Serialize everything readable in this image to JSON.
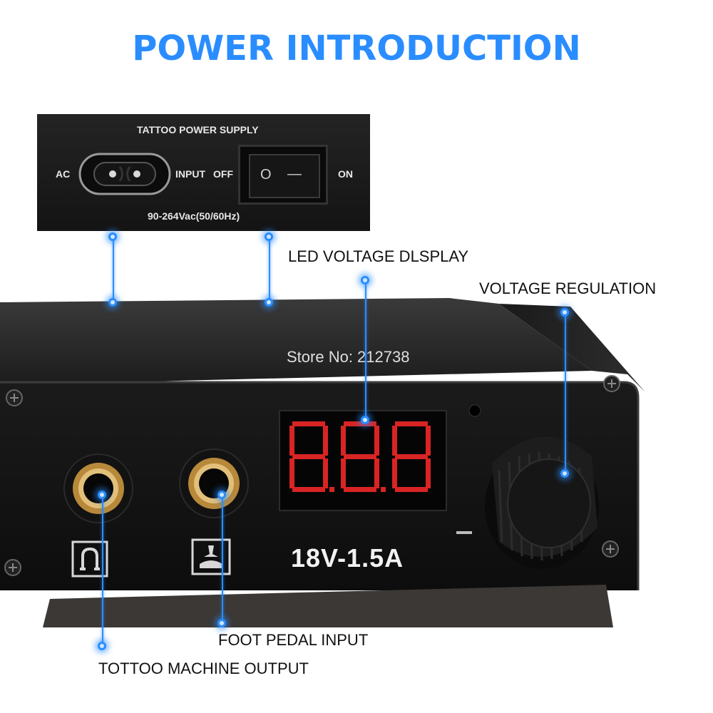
{
  "title": "POWER INTRODUCTION",
  "colors": {
    "title": "#2a8dff",
    "leader": "#2a8dff",
    "body_dark": "#1b1b1b",
    "led_red": "#ff2a2a"
  },
  "inset_panel": {
    "heading": "TATTOO POWER SUPPLY",
    "ac_label": "AC",
    "input_label": "INPUT",
    "off_label": "OFF",
    "on_label": "ON",
    "spec": "90-264Vac(50/60Hz)",
    "switch_off_symbol": "O",
    "switch_on_symbol": "—"
  },
  "device": {
    "watermark": "Store No: 212738",
    "rating": "18V-1.5A",
    "display_digits": "8.8.8",
    "icons": [
      "tattoo-machine-icon",
      "foot-pedal-icon"
    ]
  },
  "callouts": {
    "led_display": "LED VOLTAGE DLSPLAY",
    "voltage_regulation": "VOLTAGE REGULATION",
    "foot_pedal": "FOOT PEDAL INPUT",
    "machine_output": "TOTTOO MACHINE OUTPUT"
  }
}
